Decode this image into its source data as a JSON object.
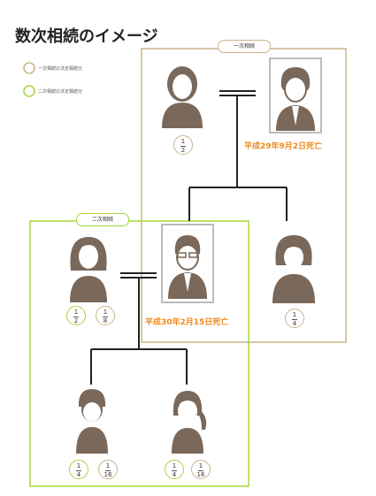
{
  "title": "数次相続のイメージ",
  "legend": {
    "first": "一次相続の法定相続分",
    "second": "二次相続の法定相続分"
  },
  "boxes": {
    "first_label": "一次相続",
    "second_label": "二次相続"
  },
  "deaths": {
    "father": "平成29年9月2日死亡",
    "son": "平成30年2月15日死亡"
  },
  "shares": {
    "mother": {
      "n": "1",
      "d": "2"
    },
    "wife_first": {
      "n": "1",
      "d": "2"
    },
    "wife_second": {
      "n": "1",
      "d": "8"
    },
    "daughter": {
      "n": "1",
      "d": "4"
    },
    "gs_first": {
      "n": "1",
      "d": "4"
    },
    "gs_second": {
      "n": "1",
      "d": "16"
    },
    "gd_first": {
      "n": "1",
      "d": "4"
    },
    "gd_second": {
      "n": "1",
      "d": "16"
    }
  },
  "colors": {
    "first_border": "#c9b48a",
    "second_border": "#a6d63c",
    "figure": "#7a685a",
    "death_text": "#f08a1e",
    "deceased_frame": "#bbbbbb"
  }
}
